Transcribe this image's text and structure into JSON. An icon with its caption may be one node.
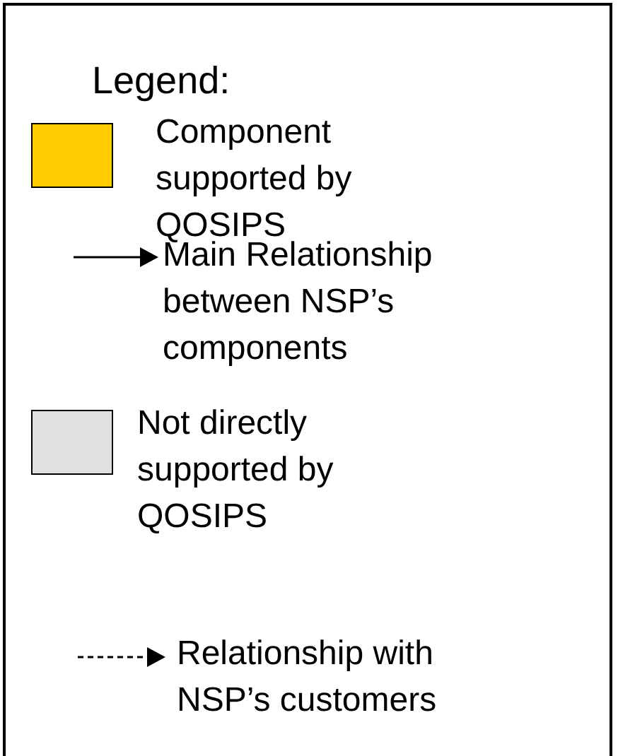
{
  "diagram": {
    "title": "Legend:",
    "legend": [
      {
        "text": "Component supported by QOSIPS",
        "color": "#ffcc00"
      },
      {
        "text": "Main Relationship between NSP’s components"
      },
      {
        "text": "Not directly supported by QOSIPS",
        "color": "#e0e0e0"
      },
      {
        "text": "Relationship with NSP’s customers"
      }
    ]
  }
}
